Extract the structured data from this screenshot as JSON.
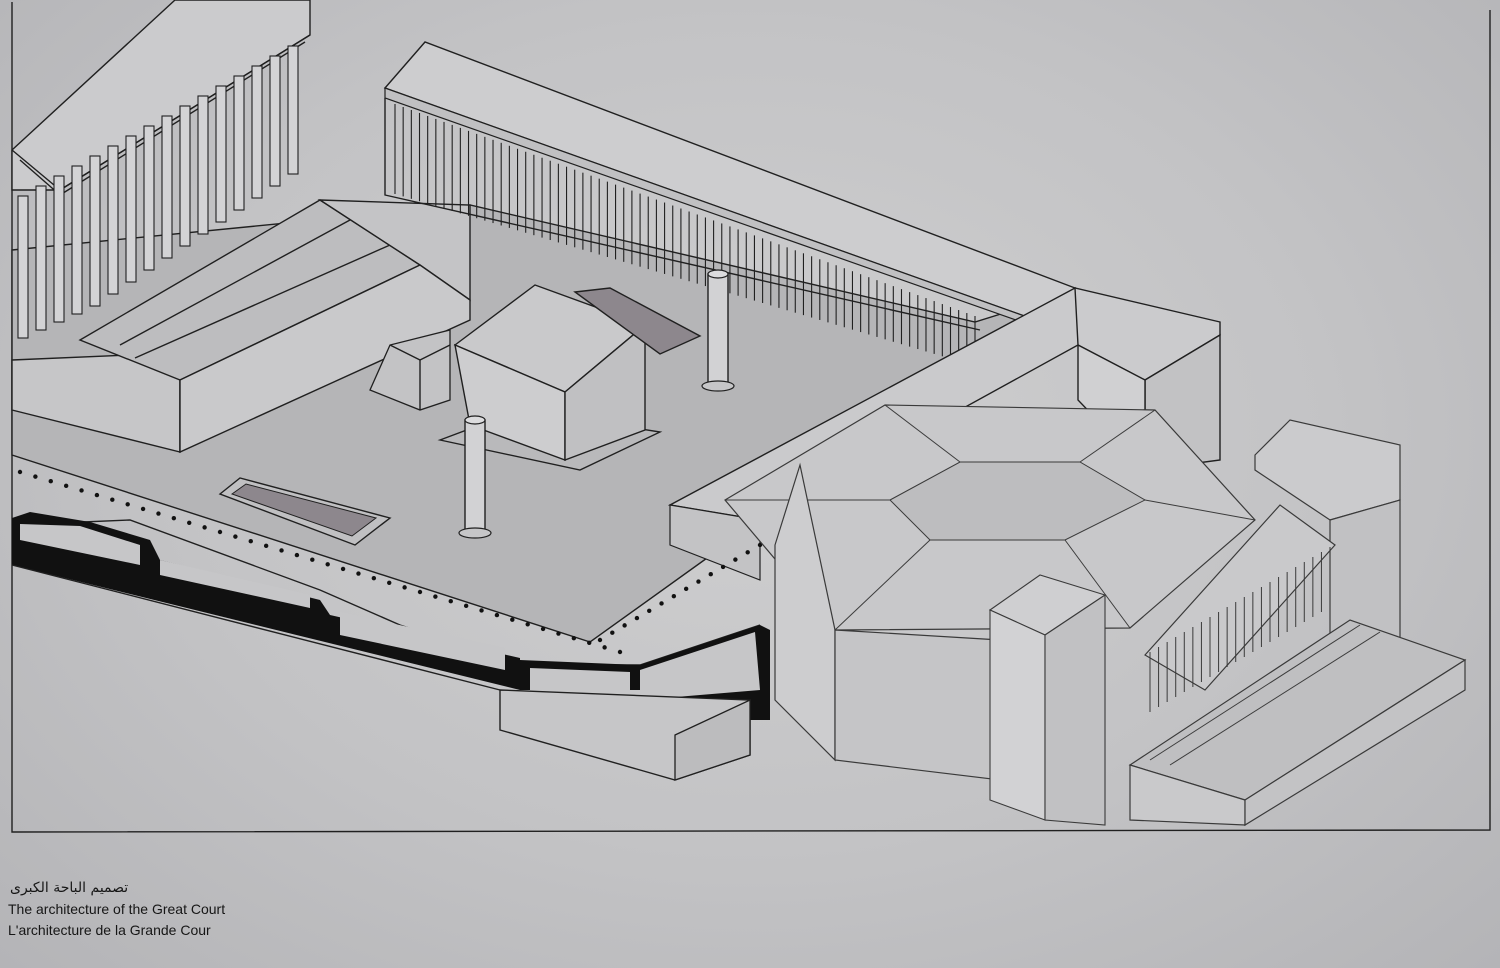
{
  "caption": {
    "arabic": "تصميم الباحة الكبرى",
    "english": "The architecture of the Great Court",
    "french": "L'architecture de la Grande Cour"
  },
  "colors": {
    "background": "#c8c8ca",
    "court_floor": "#b6b6b8",
    "line": "#202020",
    "pool": "#8d878d",
    "plan_fill": "#111111"
  }
}
